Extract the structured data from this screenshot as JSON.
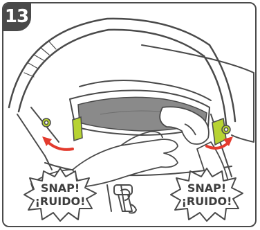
{
  "step": {
    "number": "13"
  },
  "callouts": {
    "left": {
      "line1": "SNAP!",
      "line2": "¡RUIDO!"
    },
    "right": {
      "line1": "SNAP!",
      "line2": "¡RUIDO!"
    }
  },
  "colors": {
    "outline": "#4a4a4a",
    "accent_green": "#b7d332",
    "arrow_red": "#e33b2e",
    "hood_gray": "#8a8a8a"
  },
  "icons": [
    "arrow-left-icon",
    "arrow-right-icon",
    "snap-burst-icon"
  ]
}
